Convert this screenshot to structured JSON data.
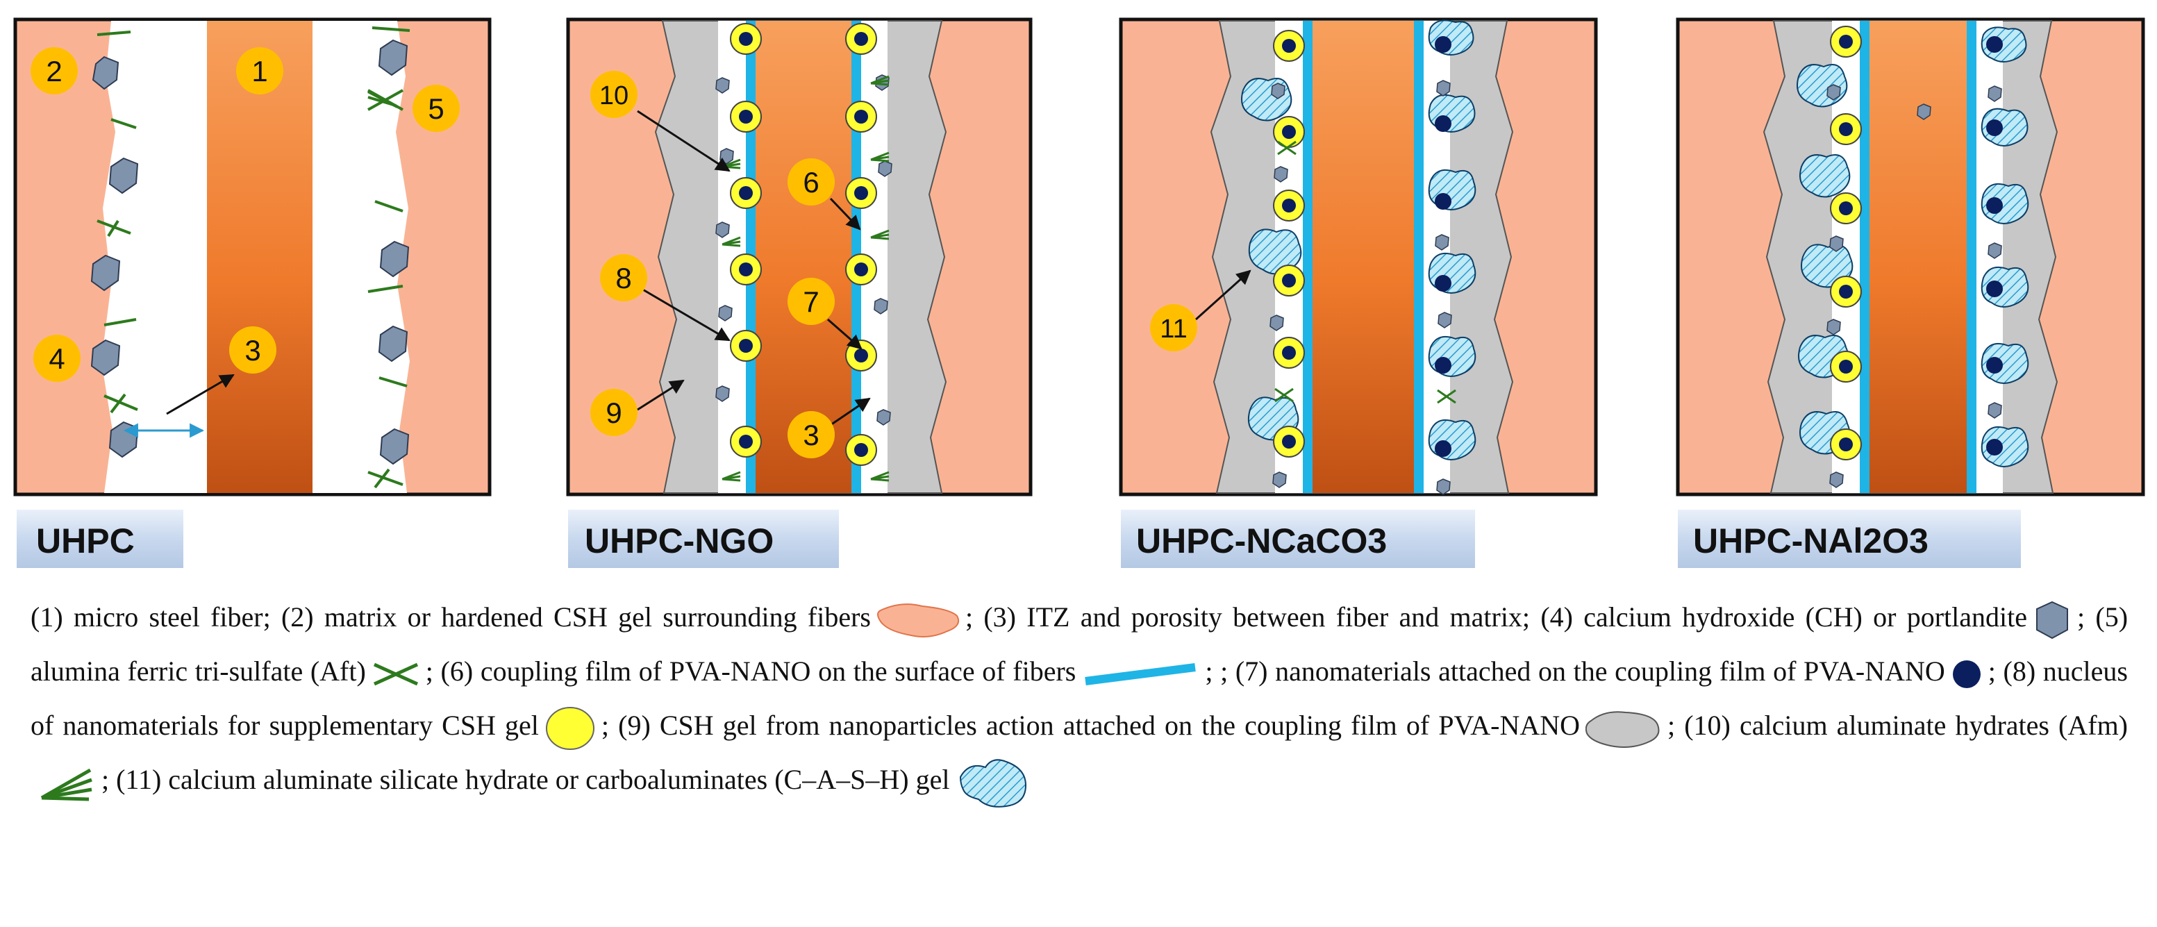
{
  "panels": [
    {
      "id": "uhpc",
      "label": "UHPC"
    },
    {
      "id": "ngo",
      "label": "UHPC-NGO"
    },
    {
      "id": "ncaco3",
      "label": "UHPC-NCaCO3"
    },
    {
      "id": "nal2o3",
      "label": "UHPC-NAl2O3"
    }
  ],
  "markers": {
    "m1": "1",
    "m2": "2",
    "m3": "3",
    "m4": "4",
    "m5": "5",
    "m6": "6",
    "m7": "7",
    "m8": "8",
    "m9": "9",
    "m10": "10",
    "m11": "11"
  },
  "legend": [
    {
      "key": "1",
      "text": "(1) micro steel fiber;"
    },
    {
      "key": "2",
      "text": "(2) matrix or hardened CSH gel surrounding fibers",
      "symbol": "matrix-blob"
    },
    {
      "key": "3",
      "text": "; (3) ITZ and porosity between fiber and matrix;"
    },
    {
      "key": "4",
      "text": "(4) calcium hydroxide (CH) or portlandite",
      "symbol": "hexagon"
    },
    {
      "key": "5",
      "text": "; (5) alumina ferric tri-sulfate (Aft)",
      "symbol": "aft-cross"
    },
    {
      "key": "6",
      "text": "; (6) coupling film of PVA-NANO on the surface of fibers",
      "symbol": "film-bar"
    },
    {
      "key": "7",
      "text": "; (7) nanomaterials attached on the coupling film of PVA-NANO",
      "symbol": "nano-dot"
    },
    {
      "key": "8",
      "text": "; (8) nucleus of nanomaterials for supplementary CSH gel",
      "symbol": "nucleus-circle"
    },
    {
      "key": "9",
      "text": "; (9) CSH gel from nanoparticles action attached on the coupling film of PVA-NANO",
      "symbol": "grey-blob"
    },
    {
      "key": "10",
      "text": "; (10) calcium aluminate hydrates (Afm)",
      "symbol": "afm-fan"
    },
    {
      "key": "11",
      "text": "; (11) calcium aluminate silicate hydrate or carboaluminates (C–A–S–H) gel",
      "symbol": "cash-blob"
    }
  ],
  "colors": {
    "matrix": "#f9b394",
    "fiber_light": "#f39c5e",
    "fiber_dark": "#c7561b",
    "itz": "#ffffff",
    "csh_gel": "#c7c7c7",
    "film": "#1fb4e6",
    "nucleus": "#ffff33",
    "nano": "#0b1e5e",
    "hexagon": "#7f93ad",
    "aft": "#2d7a1d",
    "marker": "#ffbf00",
    "label_bg": "#c7d6ec"
  }
}
